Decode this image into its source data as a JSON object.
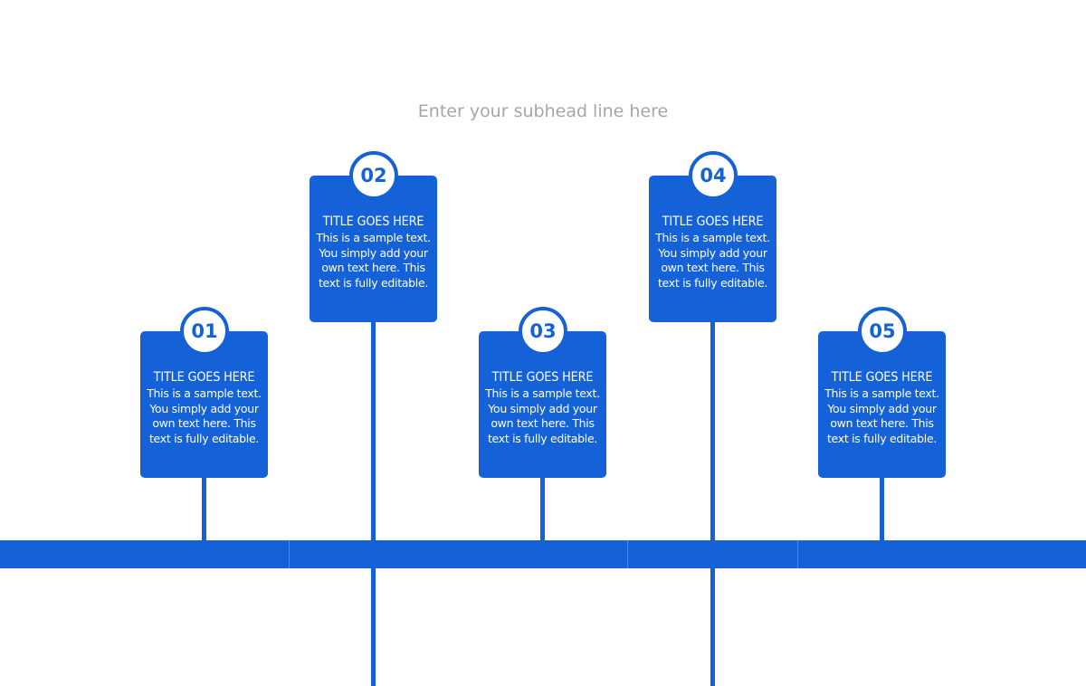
{
  "subhead": "Enter your subhead line here",
  "colors": {
    "accent": "#1561d8",
    "subhead": "#a6a6a6",
    "background": "#ffffff"
  },
  "milestones": [
    {
      "number": "01",
      "title": "TITLE GOES HERE",
      "body": "This is a sample text. You simply add your own text here. This text is fully editable."
    },
    {
      "number": "02",
      "title": "TITLE GOES HERE",
      "body": "This is a sample text. You simply add your own text here. This text is fully editable."
    },
    {
      "number": "03",
      "title": "TITLE GOES HERE",
      "body": "This is a sample text. You simply add your own text here. This text is fully editable."
    },
    {
      "number": "04",
      "title": "TITLE GOES HERE",
      "body": "This is a sample text. You simply add your own text here. This text is fully editable."
    },
    {
      "number": "05",
      "title": "TITLE GOES HERE",
      "body": "This is a sample text. You simply add your own text here. This text is fully editable."
    }
  ]
}
